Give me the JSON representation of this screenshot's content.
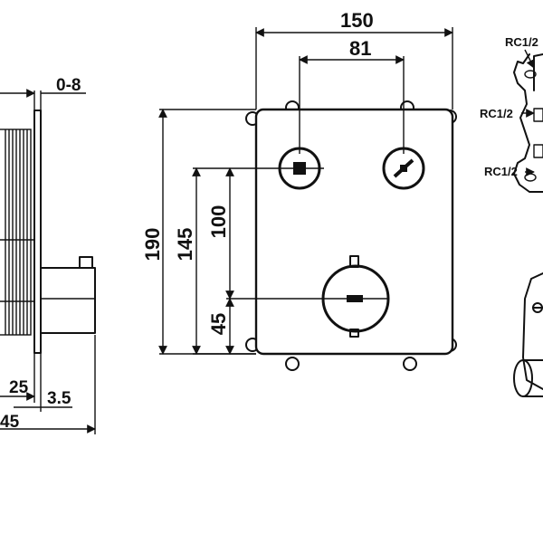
{
  "dimensions": {
    "width_overall": "150",
    "width_centers": "81",
    "height_overall": "190",
    "height_145": "145",
    "height_100": "100",
    "height_45": "45",
    "depth_0_8": "0-8",
    "depth_25": "25",
    "depth_3_5": "3.5",
    "depth_45": "45"
  },
  "ports": {
    "port_top": "RC1/2",
    "port_mid": "RC1/2",
    "port_low": "RC1/2"
  }
}
